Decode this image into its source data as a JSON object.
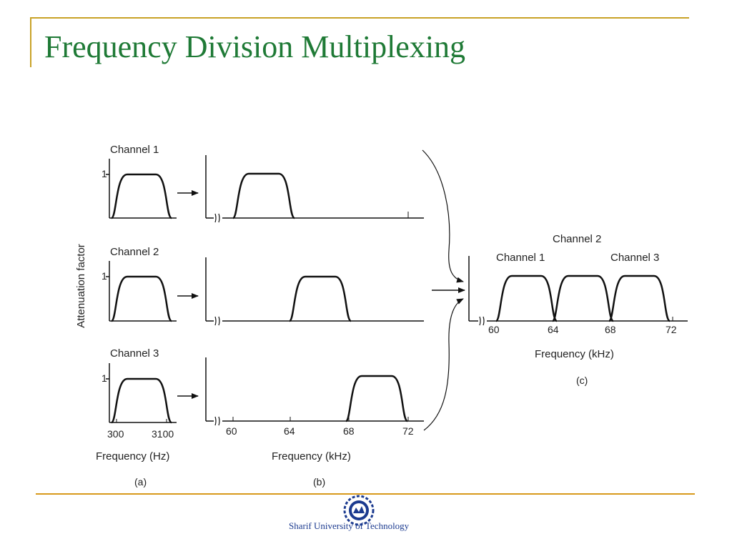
{
  "slide": {
    "title": "Frequency Division Multiplexing",
    "footer": "Sharif University of Technology"
  },
  "diagram": {
    "y_axis_label": "Attenuation factor",
    "one_label": "1",
    "baseband_channels": [
      "Channel 1",
      "Channel 2",
      "Channel 3"
    ],
    "baseband_ticks": [
      "300",
      "3100"
    ],
    "baseband_xlabel": "Frequency (Hz)",
    "shifted_ticks": [
      "60",
      "64",
      "68",
      "72"
    ],
    "shifted_xlabel": "Frequency (kHz)",
    "combined": {
      "channel_labels": [
        "Channel 1",
        "Channel 2",
        "Channel 3"
      ],
      "ticks": [
        "60",
        "64",
        "68",
        "72"
      ],
      "xlabel": "Frequency (kHz)"
    },
    "sub_labels": [
      "(a)",
      "(b)",
      "(c)"
    ]
  },
  "colors": {
    "title": "#1f7a36",
    "rule": "#d89a1c",
    "footer_text": "#1b3a8f",
    "logo": "#1b3a8f"
  }
}
